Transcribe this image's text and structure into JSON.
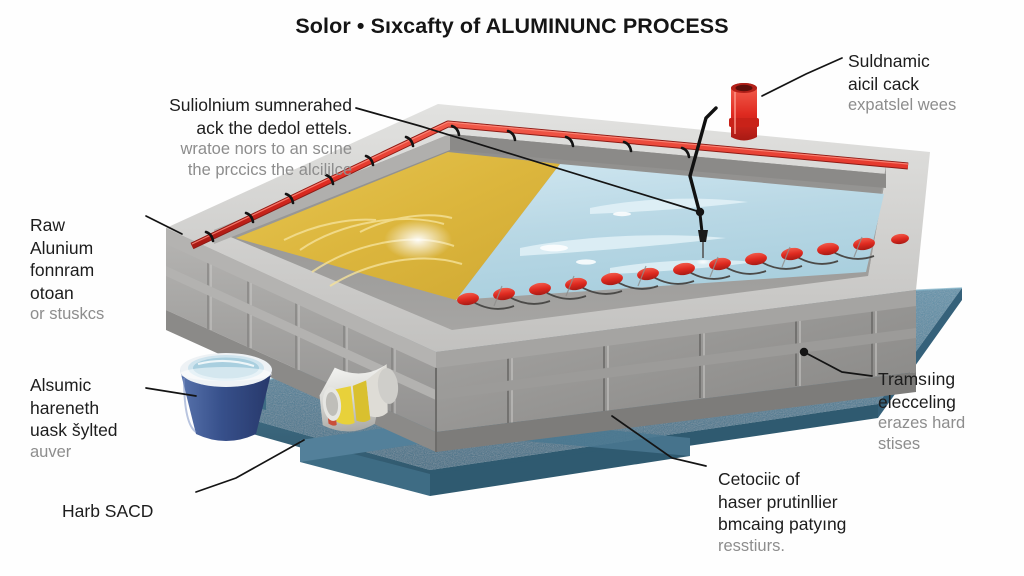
{
  "figure": {
    "title": "Solor • Sıxcafty of ALUMINUNC PROCESS",
    "type": "technical-cutaway-illustration",
    "subject": "rectangular industrial treatment tank on steel base"
  },
  "labels": {
    "top_left": {
      "main": "Suliolnium sumnerahed\nack the dedol ettels.",
      "sub": "wratoe nors to an scıne\nthe prccics the alcililce"
    },
    "top_right": {
      "main": "Suldnamic\naicil cack",
      "sub": "expatslel wees"
    },
    "raw_material": {
      "main": "Raw\nAlunium\nfonnram\notoan",
      "sub": "or stuskcs"
    },
    "alsumic": {
      "main": "Alsumic\nhareneth\nuask šylted",
      "sub": "auver"
    },
    "harb": {
      "main": "Harb SACD",
      "sub": ""
    },
    "transfer": {
      "main": "Tramsıing\nelecceling",
      "sub": "erazes hard\nstises"
    },
    "cathodic": {
      "main": "Cetociic of\nhaser prutinllier\nbmcaing patyıng",
      "sub": "resstiurs."
    }
  },
  "colors": {
    "tank_wall": "#a3a2a0",
    "tank_wall_dark": "#8e8d8b",
    "tank_rim": "#d2d2d0",
    "tank_interior": "#9b9a98",
    "yellow_liquid": "#dcb63d",
    "yellow_liquid_light": "#e8ca5e",
    "blue_water": "#b9d8e5",
    "blue_water_light": "#d6eaf3",
    "red_pipe": "#e02626",
    "red_nozzle": "#e8342a",
    "base_platform": "#4a7d96",
    "base_platform_dark": "#3a6176",
    "bucket_blue": "#3b5a96",
    "bucket_rim": "#eef2f5",
    "leader_line": "#1a1a1a",
    "label_text": "#1d1d1d",
    "label_subtext": "#8d8d8d",
    "background": "#fefefe"
  },
  "elements": {
    "vent_stack": "red-vertical-pipe",
    "sparge_pipe": "red-perimeter-pipe-with-nozzles",
    "nozzle_count_rim": 11,
    "nozzle_count_front": 13,
    "dip_probe": "black-probe-over-yellow-bath",
    "bucket": "blue-bucket-with-water",
    "drum": "yellow-striped-drum",
    "base_beams": "steel-i-beams"
  }
}
